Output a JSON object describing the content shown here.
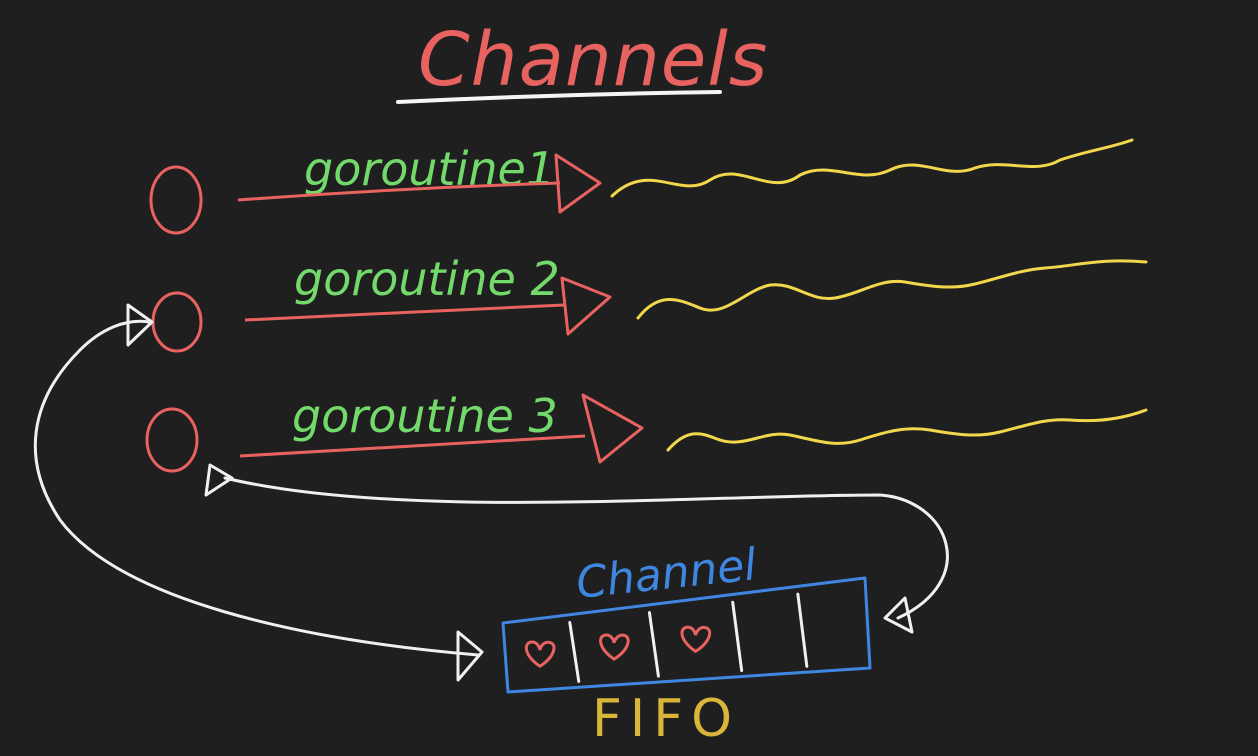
{
  "title": "Channels",
  "goroutines": [
    {
      "label": "goroutine1"
    },
    {
      "label": "goroutine 2"
    },
    {
      "label": "goroutine 3"
    }
  ],
  "channel": {
    "label": "Channel",
    "order_label": "FIFO",
    "slots": [
      {
        "filled": true,
        "icon": "heart-icon"
      },
      {
        "filled": true,
        "icon": "heart-icon"
      },
      {
        "filled": true,
        "icon": "heart-icon"
      },
      {
        "filled": false
      },
      {
        "filled": false
      }
    ]
  },
  "colors": {
    "background": "#1f1f1f",
    "title": "#e8635f",
    "goroutine_text": "#73d96b",
    "arrow": "#e8635f",
    "circle": "#e8635f",
    "wave": "#f2d64b",
    "channel": "#3f86e0",
    "heart": "#e8635f",
    "fifo": "#d9b53a",
    "connector": "#f0f0f0",
    "underline": "#f5f5f5"
  }
}
